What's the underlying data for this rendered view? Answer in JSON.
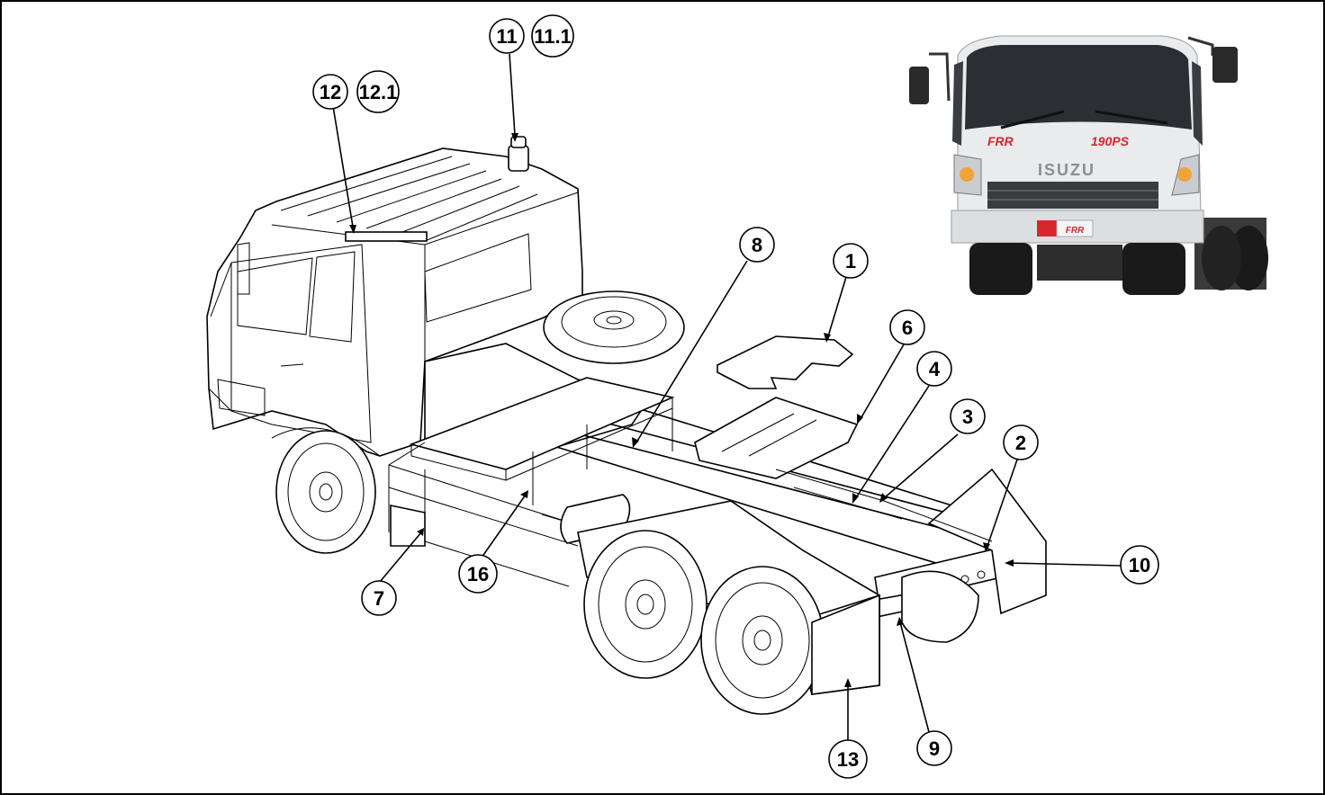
{
  "callouts": {
    "c1": "1",
    "c2": "2",
    "c3": "3",
    "c4": "4",
    "c6": "6",
    "c7": "7",
    "c8": "8",
    "c9": "9",
    "c10": "10",
    "c11": "11",
    "c11_1": "11.1",
    "c12": "12",
    "c12_1": "12.1",
    "c13": "13",
    "c16": "16"
  },
  "photo": {
    "brand": "ISUZU",
    "model_badge": "FRR",
    "power_badge": "190PS",
    "plate_text": "FRR"
  },
  "colors": {
    "line": "#000000",
    "truck_body": "#e9ebec",
    "windshield": "#2b2f33",
    "badge_red": "#d7262e",
    "tire": "#1a1a1a"
  }
}
